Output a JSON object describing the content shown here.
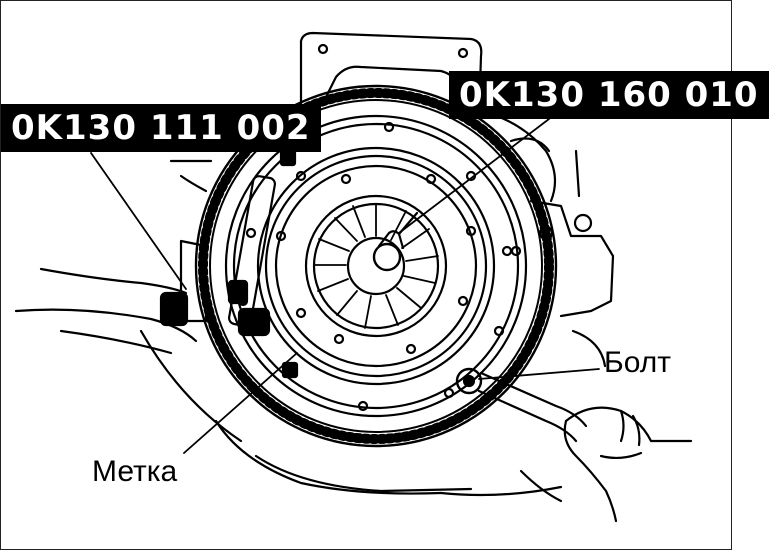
{
  "callouts": {
    "left_part_number": "0K130 111 002",
    "right_part_number": "0K130 160 010",
    "bolt": "Болт",
    "mark": "Метка"
  },
  "colors": {
    "ink": "#000000",
    "paper": "#ffffff",
    "tag_background": "#000000",
    "tag_text": "#ffffff"
  }
}
